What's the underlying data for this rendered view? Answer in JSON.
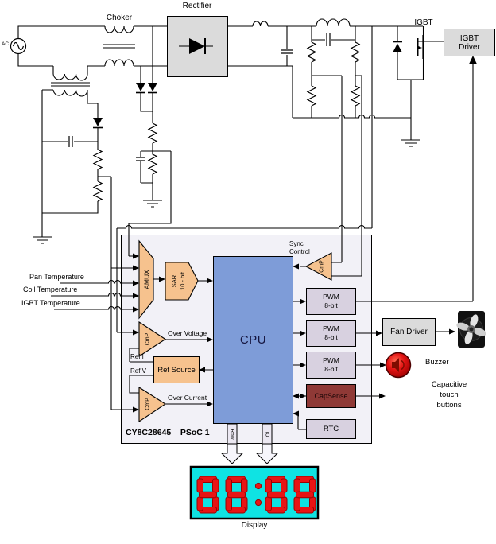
{
  "labels": {
    "ac": "AC",
    "choker": "Choker",
    "rectifier": "Rectifier",
    "igbt": "IGBT",
    "pan_temperature": "Pan Temperature",
    "coil_temperature": "Coil Temperature",
    "igbt_temperature": "IGBT Temperature",
    "sync_control_line1": "Sync",
    "sync_control_line2": "Control",
    "over_voltage": "Over Voltage",
    "over_current": "Over Current",
    "ref_i": "Ref I",
    "ref_v": "Ref V",
    "psoc_name": "CY8C28645 – PSoC 1",
    "row_port": "Row",
    "io_port": "IO",
    "display": "Display",
    "buzzer": "Buzzer",
    "captouch_line1": "Capacitive",
    "captouch_line2": "touch",
    "captouch_line3": "buttons"
  },
  "blocks": {
    "igbt_driver_line1": "IGBT",
    "igbt_driver_line2": "Driver",
    "fan_driver": "Fan Driver",
    "cpu": "CPU",
    "amux": "AMUX",
    "sar_line1": "SAR",
    "sar_line2": "10 - bit",
    "cmp": "CmP",
    "ref_source": "Ref Source",
    "pwm_line1": "PWM",
    "pwm_line2": "8-bit",
    "capsense": "CapSense",
    "rtc": "RTC"
  },
  "display": {
    "value": "88:88",
    "segment_color": "#e81414",
    "panel_color": "#0fe3e3"
  },
  "colors": {
    "block_orange": "#f6c28e",
    "block_lavender": "#d8d1e0",
    "cpu_blue": "#7e9cd8",
    "capsense_maroon": "#8f3936",
    "box_gray": "#dbdbdb",
    "psoc_bg": "#f2f1f7",
    "buzzer_red": "#d21010",
    "fan_black": "#111111"
  }
}
